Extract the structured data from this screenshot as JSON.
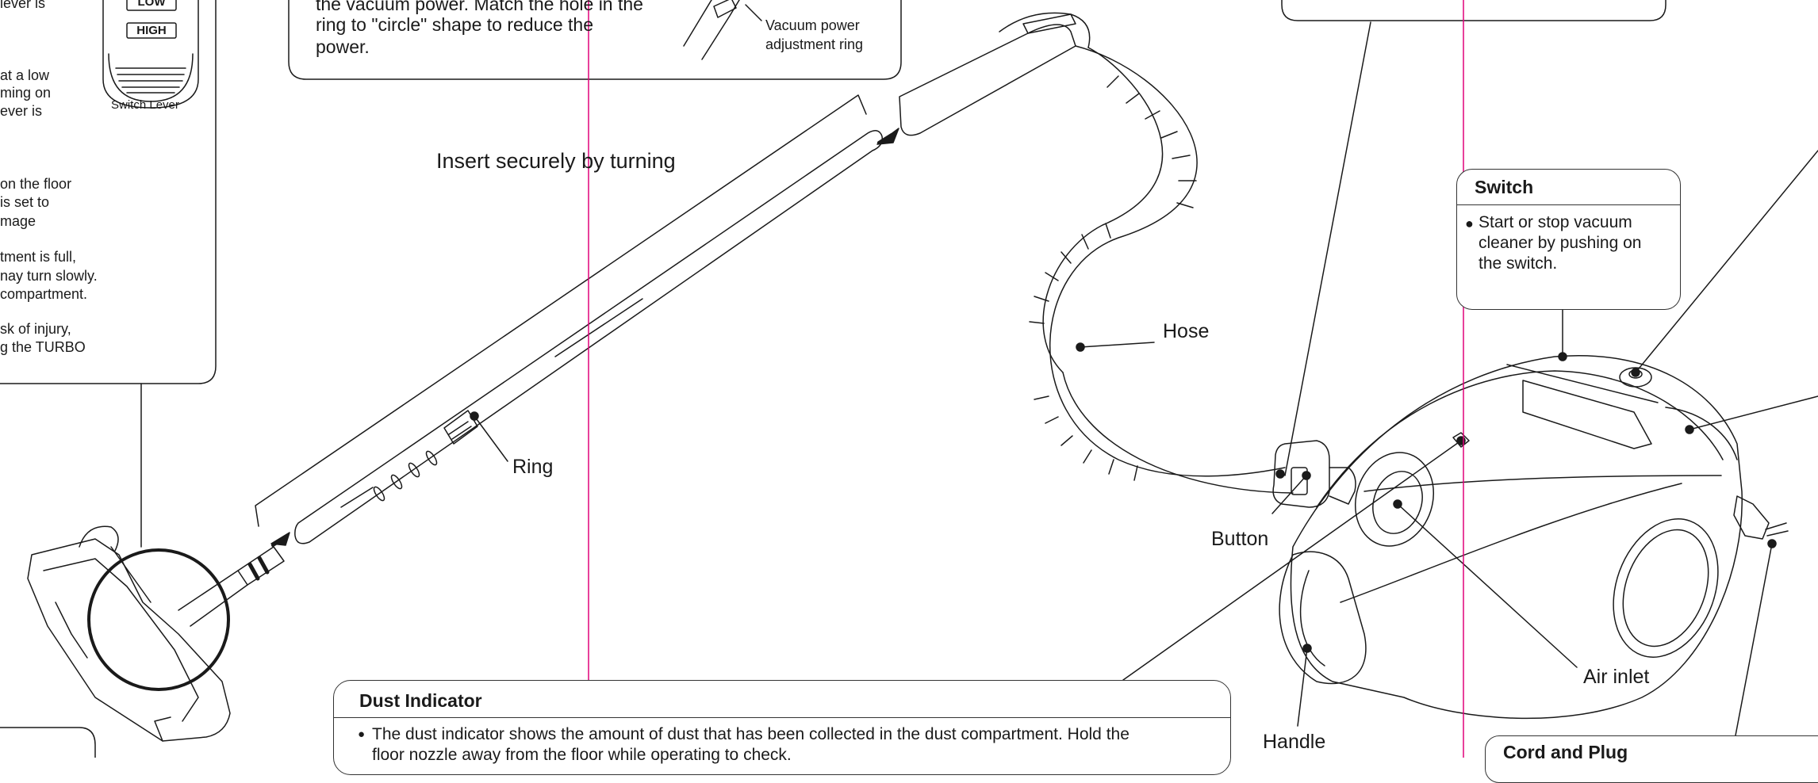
{
  "top_note": {
    "lines": [
      "the vacuum power.  Match the hole in the",
      "ring  to \"circle\" shape to  reduce the",
      "power."
    ]
  },
  "left_panel": {
    "lines": [
      "lever is",
      "at a low",
      "ming on",
      "ever is",
      "on the floor",
      "is set to",
      "mage",
      "tment is full,",
      "nay turn slowly.",
      "compartment.",
      "sk of injury,",
      "g the TURBO"
    ],
    "switch_lever": {
      "caption": "Switch Lever",
      "low_label": "LOW",
      "high_label": "HIGH"
    }
  },
  "labels": {
    "vacuum_ring_line1": "Vacuum power",
    "vacuum_ring_line2": "adjustment ring",
    "insert": "Insert securely by turning",
    "ring": "Ring",
    "hose": "Hose",
    "button": "Button",
    "air_inlet": "Air inlet",
    "handle": "Handle"
  },
  "switch_box": {
    "title": "Switch",
    "body": [
      "Start or stop vacuum",
      "cleaner by pushing on",
      "the switch."
    ]
  },
  "dust_box": {
    "title": "Dust Indicator",
    "line1": "The dust indicator shows the amount of dust that has been collected in the dust compartment. Hold the",
    "line2": "floor nozzle away from the floor  while operating to check."
  },
  "cord_box": {
    "title": "Cord and Plug"
  },
  "colors": {
    "guide_line": "#e0007a",
    "ink": "#1a1a1a"
  }
}
